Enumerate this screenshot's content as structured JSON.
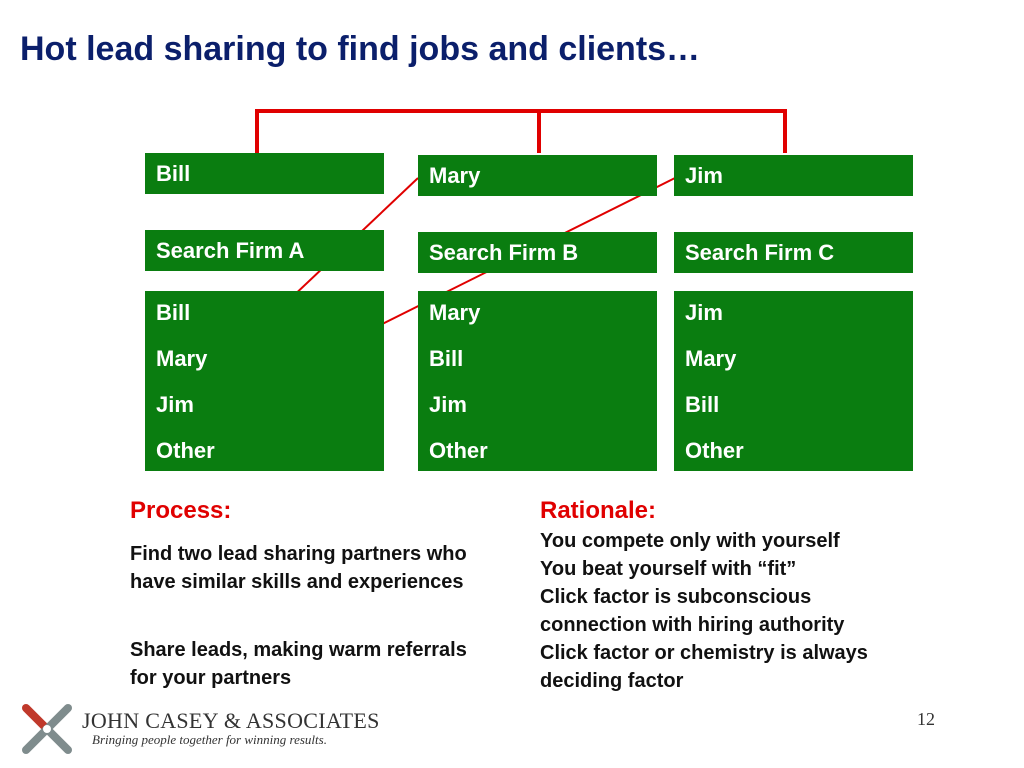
{
  "slide": {
    "title": "Hot lead sharing to find jobs and clients…",
    "page_number": "12"
  },
  "columns": [
    {
      "person": "Bill",
      "firm": "Search Firm A",
      "contacts": [
        "Bill",
        "Mary",
        "Jim",
        "Other"
      ]
    },
    {
      "person": "Mary",
      "firm": "Search Firm B",
      "contacts": [
        "Mary",
        "Bill",
        "Jim",
        "Other"
      ]
    },
    {
      "person": "Jim",
      "firm": "Search Firm C",
      "contacts": [
        "Jim",
        "Mary",
        "Bill",
        "Other"
      ]
    }
  ],
  "process": {
    "heading": "Process:",
    "paragraphs": [
      "Find two lead sharing partners who have similar skills and experiences",
      "Share leads, making warm referrals for your partners"
    ]
  },
  "rationale": {
    "heading": "Rationale:",
    "lines": [
      "You compete only with yourself",
      "You beat yourself with “fit”",
      "Click factor is subconscious connection with hiring authority",
      "Click factor or chemistry is always deciding factor"
    ]
  },
  "footer": {
    "company": "JOHN CASEY & ASSOCIATES",
    "tagline": "Bringing people together for winning results."
  },
  "colors": {
    "title": "#0b1f6b",
    "box_fill": "#0a7d10",
    "connector": "#e00000",
    "heading": "#e00000"
  }
}
